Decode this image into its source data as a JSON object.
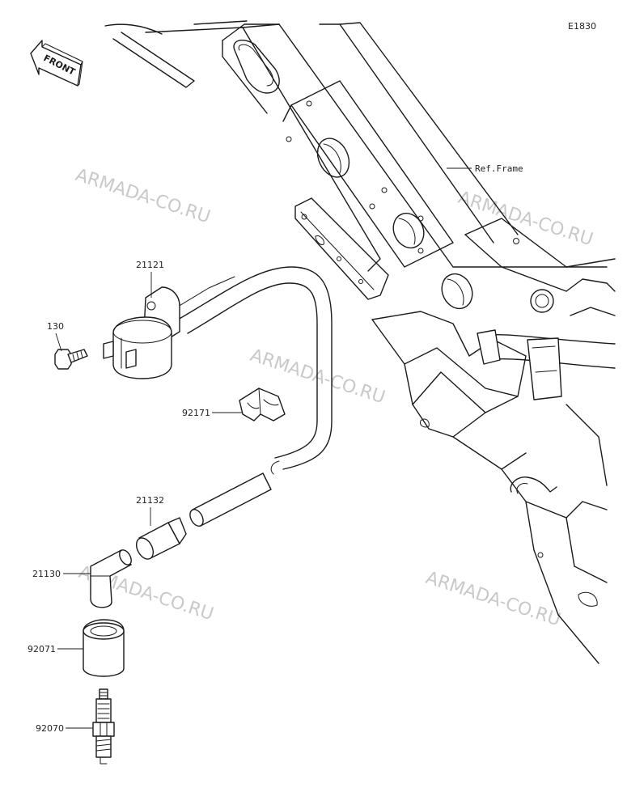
{
  "diagram_code": "E1830",
  "orientation_badge": "FRONT",
  "reference_label": "Ref.Frame",
  "watermark": "ARMADA-CO.RU",
  "parts": [
    {
      "number": "21121"
    },
    {
      "number": "130"
    },
    {
      "number": "92171"
    },
    {
      "number": "21132"
    },
    {
      "number": "21130"
    },
    {
      "number": "92071"
    },
    {
      "number": "92070"
    }
  ]
}
